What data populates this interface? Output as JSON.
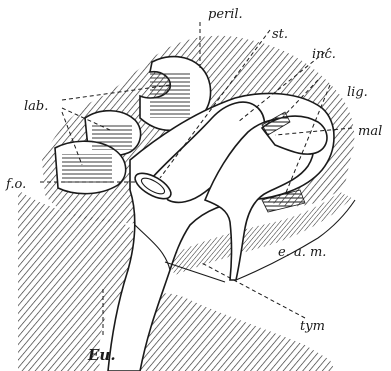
{
  "labels": {
    "peril": "peril.",
    "st": "st.",
    "inc": "inc.",
    "lab": "lab.",
    "lig": "lig.",
    "fo": "f.o.",
    "mal": "mal",
    "eam": "e. a. m.",
    "eu": "Eu.",
    "tym": "tym"
  }
}
